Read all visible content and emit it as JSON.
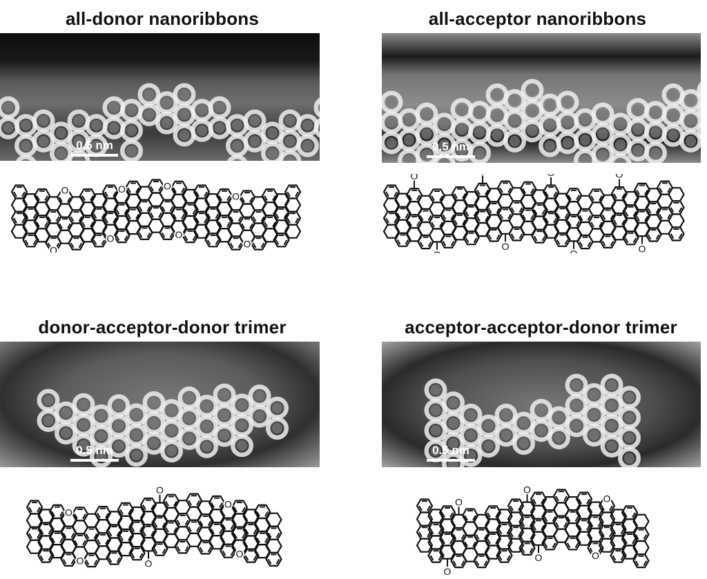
{
  "panels": {
    "all_donor": {
      "title": "all-donor nanoribbons",
      "scalebar_label": "0.5 nm"
    },
    "all_acceptor": {
      "title": "all-acceptor nanoribbons",
      "scalebar_label": "0.5 nm"
    },
    "dad_trimer": {
      "title": "donor-acceptor-donor trimer",
      "scalebar_label": "0.5 nm"
    },
    "aad_trimer": {
      "title": "acceptor-acceptor-donor trimer",
      "scalebar_label": "0.5 nm"
    }
  },
  "atom_labels": {
    "oxygen": "O"
  },
  "colors": {
    "bond": "#111111",
    "scalebar": "#ffffff",
    "title": "#111111"
  }
}
